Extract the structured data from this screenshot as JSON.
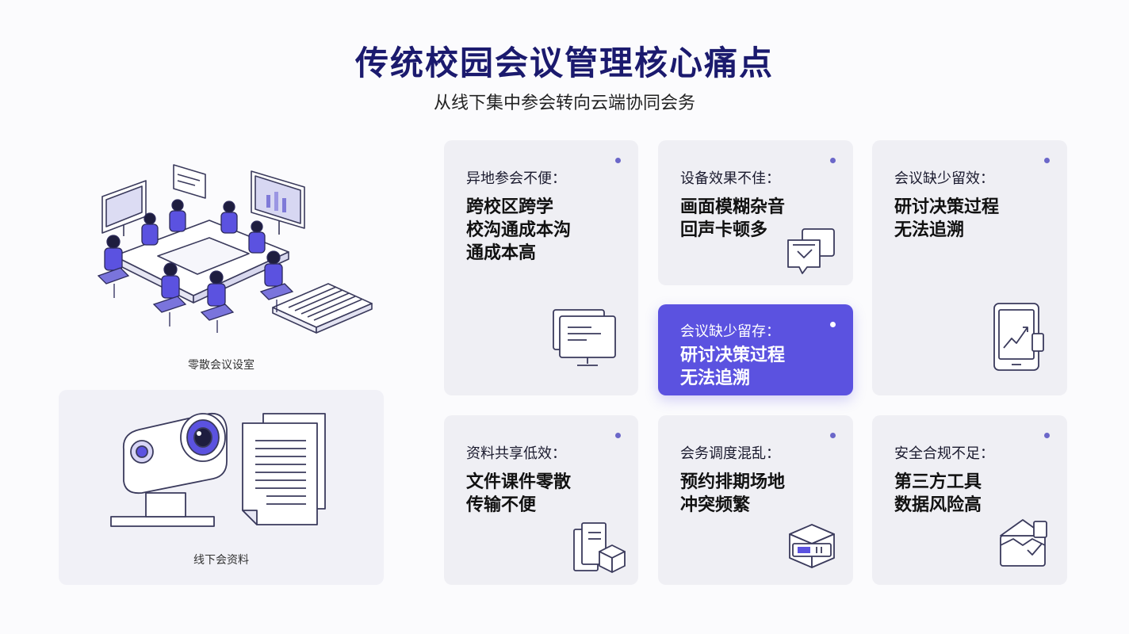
{
  "header": {
    "title": "传统校园会议管理核心痛点",
    "subtitle": "从线下集中参会转向云端协同会务"
  },
  "illustrations": {
    "meeting_room": {
      "caption": "零散会议设室",
      "icon": "meeting-room-icon"
    },
    "offline_materials": {
      "caption": "线下会资料",
      "icon": "projector-documents-icon"
    }
  },
  "cards": [
    {
      "label": "异地参会不便：",
      "desc": "跨校区跨学\n校沟通成本沟\n通成本高",
      "icon": "monitor-icon"
    },
    {
      "label": "设备效果不佳：",
      "desc": "画面模糊杂音\n回声卡顿多",
      "icon": "chat-bubble-icon"
    },
    {
      "label": "会议缺少留效：",
      "desc": "研讨决策过程\n无法追溯",
      "icon": "tablet-chart-icon"
    },
    {
      "label": "会议缺少留存：",
      "desc": "研讨决策过程\n无法追溯",
      "icon": ""
    },
    {
      "label": "资料共享低效：",
      "desc": "文件课件零散\n传输不便",
      "icon": "files-box-icon"
    },
    {
      "label": "会务调度混乱：",
      "desc": "预约排期场地\n冲突频繁",
      "icon": "server-box-icon"
    },
    {
      "label": "安全合规不足：",
      "desc": "第三方工具\n数据风险高",
      "icon": "secure-folder-icon"
    }
  ],
  "colors": {
    "title": "#1b1a6e",
    "accent": "#5b52e0",
    "card_bg": "#efeff4",
    "line": "#3a3a5c"
  }
}
